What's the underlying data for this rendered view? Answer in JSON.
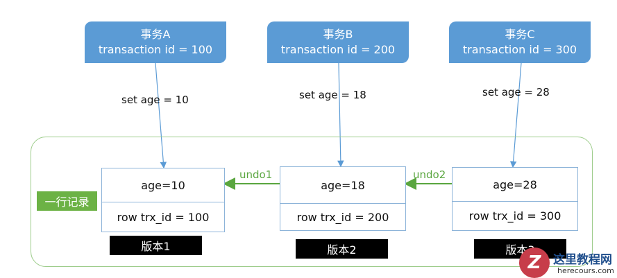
{
  "transactions": [
    {
      "name": "事务A",
      "tid": "transaction id = 100",
      "set": "set age = 10"
    },
    {
      "name": "事务B",
      "tid": "transaction id = 200",
      "set": "set age = 18"
    },
    {
      "name": "事务C",
      "tid": "transaction id = 300",
      "set": "set age = 28"
    }
  ],
  "records": [
    {
      "age": "age=10",
      "trx": "row trx_id = 100",
      "version": "版本1"
    },
    {
      "age": "age=18",
      "trx": "row trx_id = 200",
      "version": "版本2"
    },
    {
      "age": "age=28",
      "trx": "row trx_id = 300",
      "version": "版本3"
    }
  ],
  "undo": [
    "undo1",
    "undo2"
  ],
  "row_label": "一行记录",
  "colors": {
    "transaction_box": "#5b9bd5",
    "undo_arrow": "#5aa63f",
    "row_label_bg": "#6cb245",
    "group_border": "#9ccc8a"
  },
  "watermark": {
    "icon": "z-logo-icon",
    "title": "这里教程网",
    "url": "herecours.com"
  }
}
